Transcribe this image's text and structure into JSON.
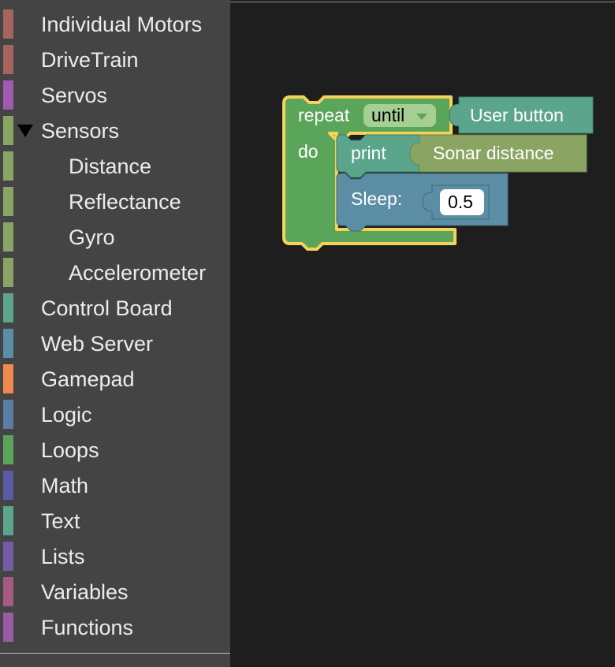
{
  "toolbox": {
    "categories": [
      {
        "label": "Individual Motors",
        "color": "#a5645f",
        "indent": 0
      },
      {
        "label": "DriveTrain",
        "color": "#a5645f",
        "indent": 0
      },
      {
        "label": "Servos",
        "color": "#a05bb0",
        "indent": 0
      },
      {
        "label": "Sensors",
        "color": "#8aa563",
        "indent": 0,
        "expanded": true
      },
      {
        "label": "Distance",
        "color": "#8aa563",
        "indent": 1
      },
      {
        "label": "Reflectance",
        "color": "#8aa563",
        "indent": 1
      },
      {
        "label": "Gyro",
        "color": "#8aa563",
        "indent": 1
      },
      {
        "label": "Accelerometer",
        "color": "#8aa563",
        "indent": 1
      },
      {
        "label": "Control Board",
        "color": "#5ba58c",
        "indent": 0
      },
      {
        "label": "Web Server",
        "color": "#5b8ea5",
        "indent": 0
      },
      {
        "label": "Gamepad",
        "color": "#f0884f",
        "indent": 0
      },
      {
        "label": "Logic",
        "color": "#5b7ca5",
        "indent": 0
      },
      {
        "label": "Loops",
        "color": "#5ba55b",
        "indent": 0
      },
      {
        "label": "Math",
        "color": "#5b5ba5",
        "indent": 0
      },
      {
        "label": "Text",
        "color": "#5ba58c",
        "indent": 0
      },
      {
        "label": "Lists",
        "color": "#745ba5",
        "indent": 0
      },
      {
        "label": "Variables",
        "color": "#a55b80",
        "indent": 0
      },
      {
        "label": "Functions",
        "color": "#995ba5",
        "indent": 0
      }
    ]
  },
  "workspace": {
    "repeat_block": {
      "keyword": "repeat",
      "mode_value": "until",
      "do_label": "do",
      "color": "#5ba55b",
      "highlight": "#f5d25a"
    },
    "condition_block": {
      "label": "User button",
      "color": "#5ba58c"
    },
    "print_block": {
      "label": "print",
      "color": "#5ba58c"
    },
    "sonar_block": {
      "label": "Sonar distance",
      "color": "#8aa563"
    },
    "sleep_block": {
      "label": "Sleep:",
      "value": "0.5",
      "color": "#5b8ea5"
    }
  }
}
